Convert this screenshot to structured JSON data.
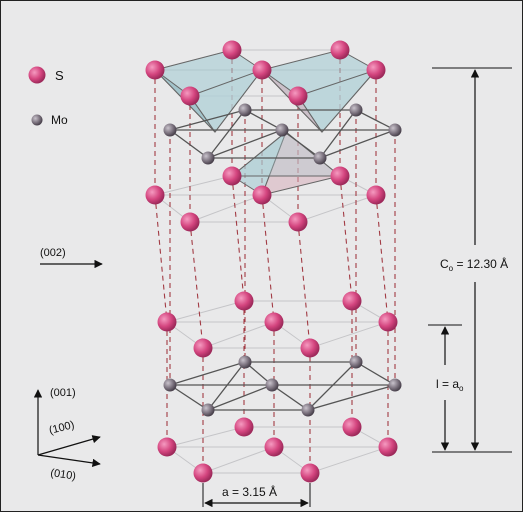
{
  "legend": {
    "s_label": "S",
    "mo_label": "Mo"
  },
  "directions": {
    "d002": "(002)",
    "d001": "(001)",
    "d100": "(100)",
    "d010": "(010)"
  },
  "dimensions": {
    "c_symbol": "C",
    "c_subscript": "o",
    "c_value": " = 12.30 Å",
    "l_prefix": "l = a",
    "l_subscript": "o",
    "a_label": "a = 3.15 Å"
  },
  "colors": {
    "sulfur": "#d4457f",
    "molybdenum": "#7d7480",
    "background": "#e9e9ea",
    "bond": "#555555",
    "dashed": "#a23b44",
    "grid": "#c9c9cc"
  }
}
